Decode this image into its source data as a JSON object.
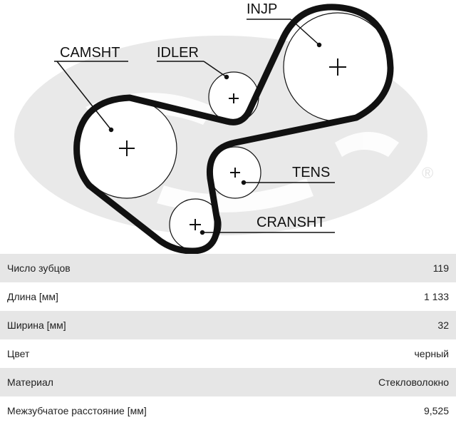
{
  "diagram": {
    "watermark_color": "#e9e9e9",
    "belt_color": "#111111",
    "pulleys": [
      {
        "key": "injp",
        "label": "INJP"
      },
      {
        "key": "camsht",
        "label": "CAMSHT"
      },
      {
        "key": "idler",
        "label": "IDLER"
      },
      {
        "key": "tens",
        "label": "TENS"
      },
      {
        "key": "cransht",
        "label": "CRANSHT"
      }
    ]
  },
  "specs": [
    {
      "label": "Число зубцов",
      "value": "119"
    },
    {
      "label": "Длина [мм]",
      "value": "1 133"
    },
    {
      "label": "Ширина [мм]",
      "value": "32"
    },
    {
      "label": "Цвет",
      "value": "черный"
    },
    {
      "label": "Материал",
      "value": "Стекловолокно"
    },
    {
      "label": "Межзубчатое расстояние [мм]",
      "value": "9,525"
    }
  ]
}
